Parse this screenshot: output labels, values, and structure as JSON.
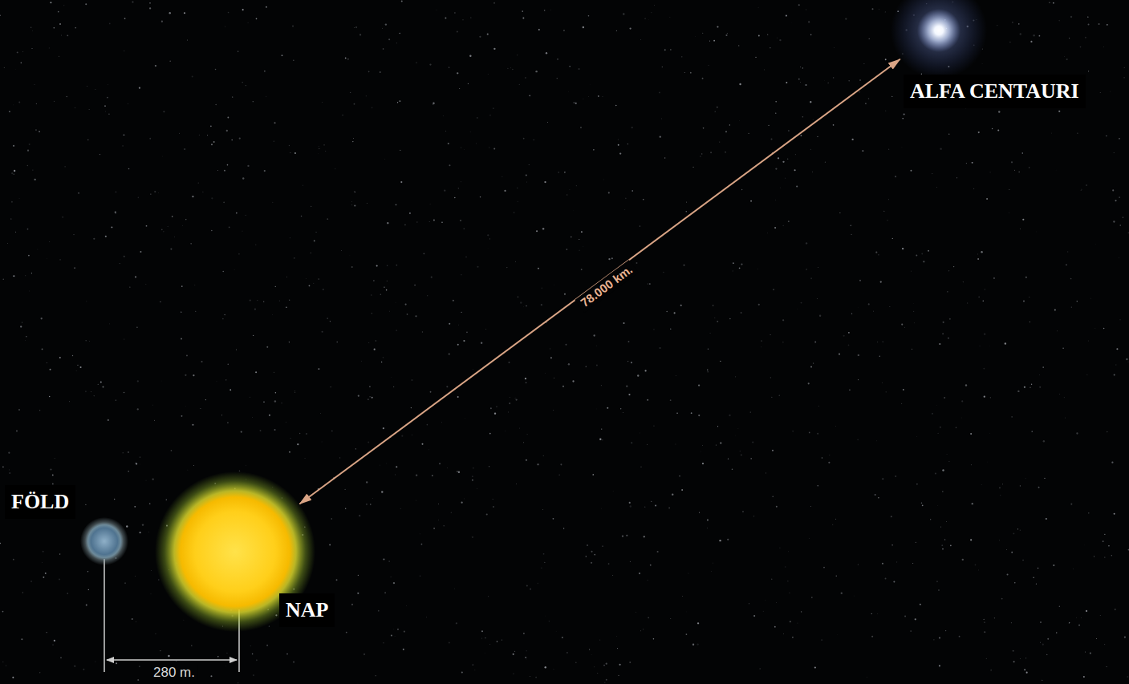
{
  "diagram": {
    "nodes": [
      {
        "text": [
          "FÖLD"
        ]
      },
      {
        "text": [
          "NAP"
        ]
      },
      {
        "text": [
          "ALFA CENTAURI"
        ]
      }
    ],
    "edges": [
      {
        "from": 1,
        "to": 2,
        "label": "78.000 km.",
        "arrow": "both"
      }
    ],
    "labels": [
      "280 m."
    ]
  }
}
